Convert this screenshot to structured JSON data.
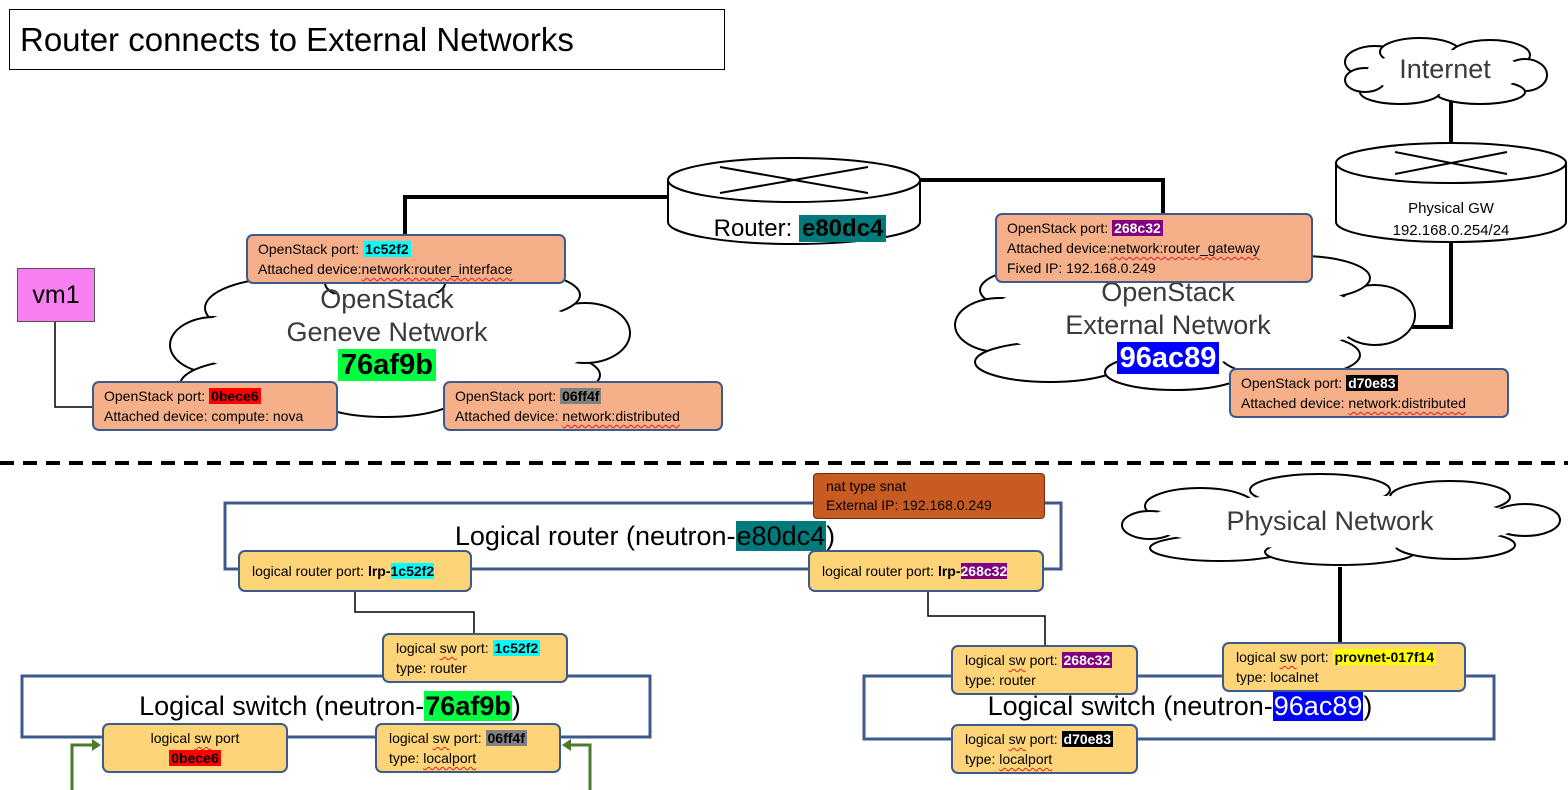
{
  "title": "Router connects to External Networks",
  "colors": {
    "port_fill": "#f5b08a",
    "logical_port_fill": "#fdd477",
    "nat_fill": "#c85b22",
    "frame_stroke": "#3d5a8c",
    "vm_fill": "#f77ff2",
    "hl_cyan": "#00ffff",
    "hl_red": "#ff0000",
    "hl_gray": "#808080",
    "hl_purple": "#800080",
    "hl_black": "#000000",
    "hl_green": "#00ff40",
    "hl_teal": "#007a7a",
    "hl_blue": "#0000ff",
    "hl_yellow": "#ffff00",
    "arrow_green": "#4a7a2c"
  },
  "vm": {
    "label": "vm1"
  },
  "internet": {
    "label": "Internet"
  },
  "physical_gw": {
    "line1": "Physical GW",
    "line2": "192.168.0.254/24"
  },
  "router": {
    "label": "Router:",
    "id": "e80dc4"
  },
  "geneve_net": {
    "line1": "OpenStack",
    "line2": "Geneve Network",
    "id": "76af9b"
  },
  "external_net": {
    "line1": "OpenStack",
    "line2": "External Network",
    "id": "96ac89"
  },
  "os_ports": {
    "p1c52f2": {
      "prefix": "OpenStack port:",
      "id": "1c52f2",
      "dev_prefix": "Attached device:",
      "dev_value": "network:router_interface"
    },
    "p268c32": {
      "prefix": "OpenStack port:",
      "id": "268c32",
      "dev_prefix": "Attached device:",
      "dev_value": "network:router_gateway",
      "fixed_ip": "Fixed IP: 192.168.0.249"
    },
    "p0bece6": {
      "prefix": "OpenStack port:",
      "id": "0bece6",
      "dev_line": "Attached device: compute: nova"
    },
    "p06ff4f": {
      "prefix": "OpenStack port:",
      "id": "06ff4f",
      "dev_prefix": "Attached device:",
      "dev_value": "network:distributed"
    },
    "pd70e83": {
      "prefix": "OpenStack port:",
      "id": "d70e83",
      "dev_prefix": "Attached device:",
      "dev_value": "network:distributed"
    }
  },
  "nat": {
    "line1": "nat type snat",
    "line2": "External IP: 192.168.0.249"
  },
  "logical_router": {
    "prefix": "Logical router (neutron-",
    "id": "e80dc4",
    "suffix": ")"
  },
  "lrp_left": {
    "prefix": "logical router port:",
    "lrp": "lrp-",
    "id": "1c52f2"
  },
  "lrp_right": {
    "prefix": "logical router port:",
    "lrp": "lrp-",
    "id": "268c32"
  },
  "physical_network": {
    "label": "Physical Network"
  },
  "ls_left": {
    "prefix": "Logical switch (neutron-",
    "id": "76af9b",
    "suffix": ")"
  },
  "ls_right": {
    "prefix": "Logical switch (neutron-",
    "id": "96ac89",
    "suffix": ")"
  },
  "lsp": {
    "l1c52f2": {
      "label": "logical",
      "sw": "sw",
      "port": "port:",
      "id": "1c52f2",
      "type": "type: router"
    },
    "l0bece6": {
      "label": "logical",
      "sw": "sw",
      "port": "port",
      "id": "0bece6"
    },
    "l06ff4f": {
      "label": "logical",
      "sw": "sw",
      "port": "port:",
      "id": "06ff4f",
      "type_prefix": "type:",
      "type_value": "localport"
    },
    "l268c32": {
      "label": "logical",
      "sw": "sw",
      "port": "port:",
      "id": "268c32",
      "type": "type: router"
    },
    "lprov": {
      "label": "logical",
      "sw": "sw",
      "port": "port:",
      "id": "provnet-017f14",
      "type": "type: localnet"
    },
    "ld70e83": {
      "label": "logical",
      "sw": "sw",
      "port": "port:",
      "id": "d70e83",
      "type_prefix": "type:",
      "type_value": "localport"
    }
  }
}
